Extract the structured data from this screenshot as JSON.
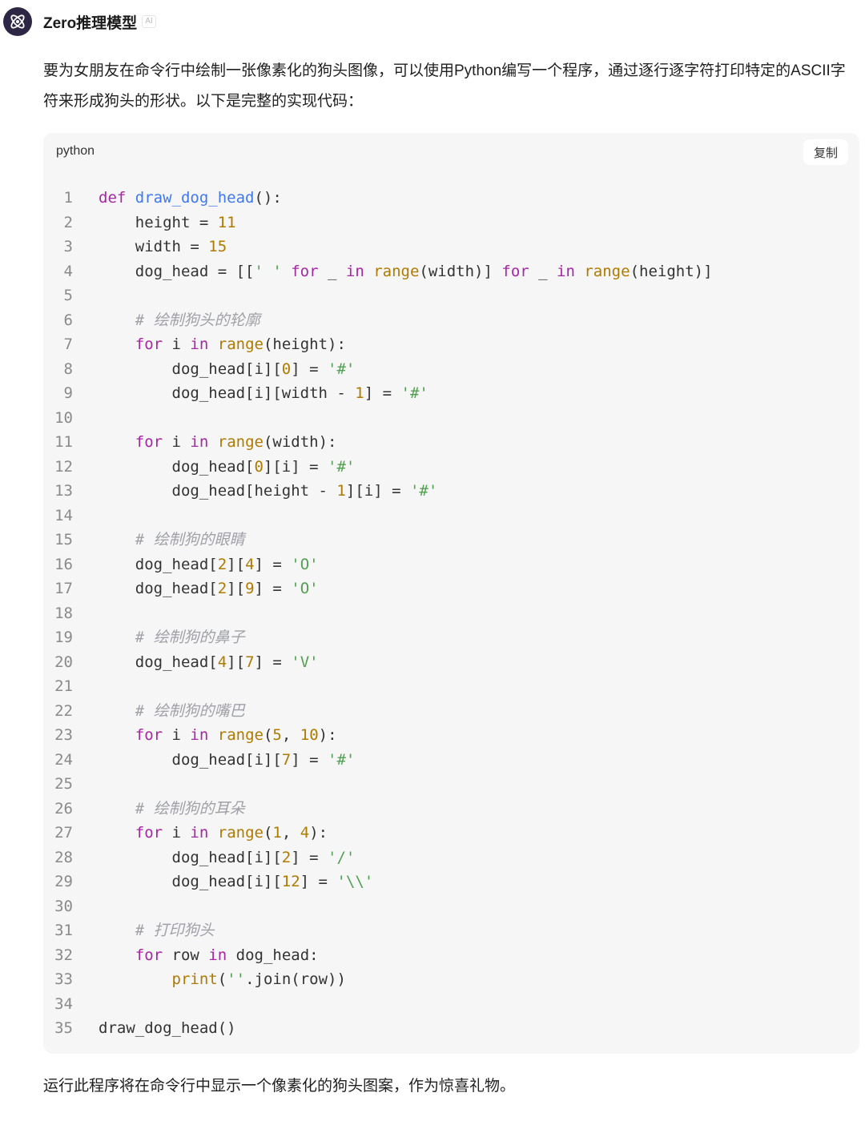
{
  "header": {
    "model_name": "Zero推理模型",
    "ai_badge": "AI",
    "avatar_icon": "atom-icon",
    "avatar_color": "#2d2645"
  },
  "message": {
    "intro": "要为女朋友在命令行中绘制一张像素化的狗头图像，可以使用Python编写一个程序，通过逐行逐字符打印特定的ASCII字符来形成狗头的形状。以下是完整的实现代码：",
    "outro": "运行此程序将在命令行中显示一个像素化的狗头图案，作为惊喜礼物。"
  },
  "code": {
    "language": "python",
    "copy_label": "复制",
    "lines": [
      [
        [
          "kw",
          "def "
        ],
        [
          "fn",
          "draw_dog_head"
        ],
        [
          "",
          "():"
        ]
      ],
      [
        [
          "",
          "    height = "
        ],
        [
          "num",
          "11"
        ]
      ],
      [
        [
          "",
          "    width = "
        ],
        [
          "num",
          "15"
        ]
      ],
      [
        [
          "",
          "    dog_head = [["
        ],
        [
          "str",
          "' '"
        ],
        [
          "kw",
          " for "
        ],
        [
          "",
          "_"
        ],
        [
          "kw",
          " in "
        ],
        [
          "bi",
          "range"
        ],
        [
          "",
          "(width)]"
        ],
        [
          "kw",
          " for "
        ],
        [
          "",
          "_"
        ],
        [
          "kw",
          " in "
        ],
        [
          "bi",
          "range"
        ],
        [
          "",
          "(height)]"
        ]
      ],
      [],
      [
        [
          "",
          "    "
        ],
        [
          "cm",
          "# 绘制狗头的轮廓"
        ]
      ],
      [
        [
          "",
          "    "
        ],
        [
          "kw",
          "for"
        ],
        [
          "",
          " i "
        ],
        [
          "kw",
          "in"
        ],
        [
          "",
          " "
        ],
        [
          "bi",
          "range"
        ],
        [
          "",
          "(height):"
        ]
      ],
      [
        [
          "",
          "        dog_head[i]["
        ],
        [
          "num",
          "0"
        ],
        [
          "",
          "] = "
        ],
        [
          "str",
          "'#'"
        ]
      ],
      [
        [
          "",
          "        dog_head[i][width - "
        ],
        [
          "num",
          "1"
        ],
        [
          "",
          "] = "
        ],
        [
          "str",
          "'#'"
        ]
      ],
      [],
      [
        [
          "",
          "    "
        ],
        [
          "kw",
          "for"
        ],
        [
          "",
          " i "
        ],
        [
          "kw",
          "in"
        ],
        [
          "",
          " "
        ],
        [
          "bi",
          "range"
        ],
        [
          "",
          "(width):"
        ]
      ],
      [
        [
          "",
          "        dog_head["
        ],
        [
          "num",
          "0"
        ],
        [
          "",
          "][i] = "
        ],
        [
          "str",
          "'#'"
        ]
      ],
      [
        [
          "",
          "        dog_head[height - "
        ],
        [
          "num",
          "1"
        ],
        [
          "",
          "][i] = "
        ],
        [
          "str",
          "'#'"
        ]
      ],
      [],
      [
        [
          "",
          "    "
        ],
        [
          "cm",
          "# 绘制狗的眼睛"
        ]
      ],
      [
        [
          "",
          "    dog_head["
        ],
        [
          "num",
          "2"
        ],
        [
          "",
          "]["
        ],
        [
          "num",
          "4"
        ],
        [
          "",
          "] = "
        ],
        [
          "str",
          "'O'"
        ]
      ],
      [
        [
          "",
          "    dog_head["
        ],
        [
          "num",
          "2"
        ],
        [
          "",
          "]["
        ],
        [
          "num",
          "9"
        ],
        [
          "",
          "] = "
        ],
        [
          "str",
          "'O'"
        ]
      ],
      [],
      [
        [
          "",
          "    "
        ],
        [
          "cm",
          "# 绘制狗的鼻子"
        ]
      ],
      [
        [
          "",
          "    dog_head["
        ],
        [
          "num",
          "4"
        ],
        [
          "",
          "]["
        ],
        [
          "num",
          "7"
        ],
        [
          "",
          "] = "
        ],
        [
          "str",
          "'V'"
        ]
      ],
      [],
      [
        [
          "",
          "    "
        ],
        [
          "cm",
          "# 绘制狗的嘴巴"
        ]
      ],
      [
        [
          "",
          "    "
        ],
        [
          "kw",
          "for"
        ],
        [
          "",
          " i "
        ],
        [
          "kw",
          "in"
        ],
        [
          "",
          " "
        ],
        [
          "bi",
          "range"
        ],
        [
          "",
          "("
        ],
        [
          "num",
          "5"
        ],
        [
          "",
          ", "
        ],
        [
          "num",
          "10"
        ],
        [
          "",
          "):"
        ]
      ],
      [
        [
          "",
          "        dog_head[i]["
        ],
        [
          "num",
          "7"
        ],
        [
          "",
          "] = "
        ],
        [
          "str",
          "'#'"
        ]
      ],
      [],
      [
        [
          "",
          "    "
        ],
        [
          "cm",
          "# 绘制狗的耳朵"
        ]
      ],
      [
        [
          "",
          "    "
        ],
        [
          "kw",
          "for"
        ],
        [
          "",
          " i "
        ],
        [
          "kw",
          "in"
        ],
        [
          "",
          " "
        ],
        [
          "bi",
          "range"
        ],
        [
          "",
          "("
        ],
        [
          "num",
          "1"
        ],
        [
          "",
          ", "
        ],
        [
          "num",
          "4"
        ],
        [
          "",
          "):"
        ]
      ],
      [
        [
          "",
          "        dog_head[i]["
        ],
        [
          "num",
          "2"
        ],
        [
          "",
          "] = "
        ],
        [
          "str",
          "'/'"
        ]
      ],
      [
        [
          "",
          "        dog_head[i]["
        ],
        [
          "num",
          "12"
        ],
        [
          "",
          "] = "
        ],
        [
          "str",
          "'\\\\'"
        ]
      ],
      [],
      [
        [
          "",
          "    "
        ],
        [
          "cm",
          "# 打印狗头"
        ]
      ],
      [
        [
          "",
          "    "
        ],
        [
          "kw",
          "for"
        ],
        [
          "",
          " row "
        ],
        [
          "kw",
          "in"
        ],
        [
          "",
          " dog_head:"
        ]
      ],
      [
        [
          "",
          "        "
        ],
        [
          "bi",
          "print"
        ],
        [
          "",
          "("
        ],
        [
          "str",
          "''"
        ],
        [
          "",
          ".join(row))"
        ]
      ],
      [],
      [
        [
          "",
          "draw_dog_head()"
        ]
      ]
    ]
  },
  "colors": {
    "keyword": "#a626a4",
    "function": "#4078f2",
    "builtin": "#b07a00",
    "string": "#50a14f",
    "comment": "#a0a1a7",
    "code_bg": "#f6f6f6"
  }
}
